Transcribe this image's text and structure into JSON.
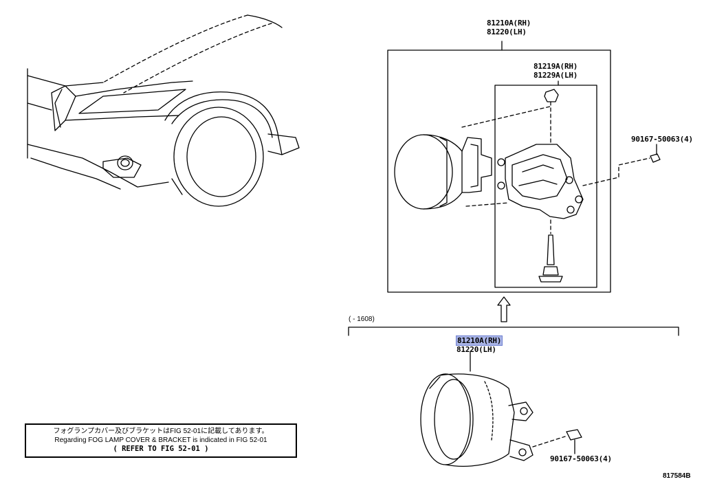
{
  "callouts": {
    "upper_lamp_rh": "81210A(RH)",
    "upper_lamp_lh": "81220(LH)",
    "bracket_rh": "81219A(RH)",
    "bracket_lh": "81229A(LH)",
    "screw_upper": "90167-50063(4)",
    "lower_lamp_rh": "81210A(RH)",
    "lower_lamp_lh": "81220(LH)",
    "screw_lower": "90167-50063(4)"
  },
  "range_label": "(    - 1608)",
  "note": {
    "line_jp": "フォグランプカバー及びブラケットはFIG 52-01に記載してあります。",
    "line_en": "Regarding FOG LAMP COVER & BRACKET is indicated in FIG 52-01",
    "line_refer": "(  REFER TO FIG 52-01  )"
  },
  "figure_id": "817584B",
  "colors": {
    "highlight": "#a9b4e6",
    "line": "#000000"
  },
  "icons": [
    "up-arrow-icon"
  ]
}
